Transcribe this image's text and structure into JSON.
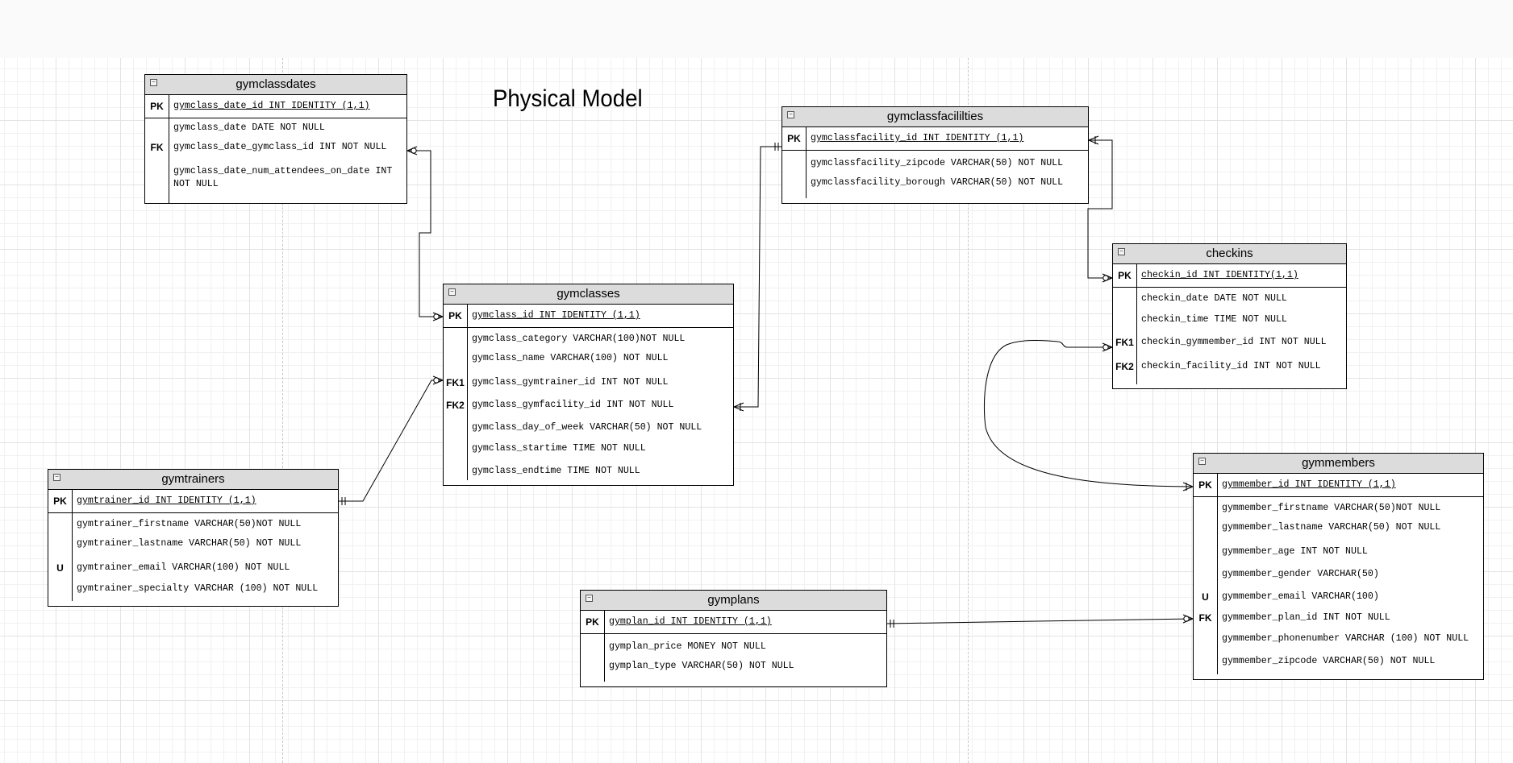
{
  "diagram_title": "Physical Model",
  "entities": {
    "gymclassdates": {
      "name": "gymclassdates",
      "pk_key": "PK",
      "pk_attr": "gymclass_date_id INT IDENTITY (1,1)",
      "rows": [
        {
          "key": "",
          "attr": "gymclass_date DATE NOT NULL"
        },
        {
          "key": "FK",
          "attr": "gymclass_date_gymclass_id INT NOT NULL"
        },
        {
          "key": "",
          "attr": "gymclass_date_num_attendees_on_date INT NOT NULL"
        }
      ]
    },
    "gymclassfacilities": {
      "name": "gymclassfacililties",
      "pk_key": "PK",
      "pk_attr": "gymclassfacility_id INT IDENTITY (1,1)",
      "rows": [
        {
          "key": "",
          "attr": "gymclassfacility_zipcode VARCHAR(50) NOT NULL"
        },
        {
          "key": "",
          "attr": "gymclassfacility_borough VARCHAR(50) NOT NULL"
        }
      ]
    },
    "checkins": {
      "name": "checkins",
      "pk_key": "PK",
      "pk_attr": "checkin_id INT IDENTITY(1,1)",
      "rows": [
        {
          "key": "",
          "attr": "checkin_date DATE NOT NULL"
        },
        {
          "key": "",
          "attr": "checkin_time TIME NOT NULL"
        },
        {
          "key": "FK1",
          "attr": "checkin_gymmember_id INT NOT NULL"
        },
        {
          "key": "FK2",
          "attr": "checkin_facility_id INT NOT NULL"
        }
      ]
    },
    "gymclasses": {
      "name": "gymclasses",
      "pk_key": "PK",
      "pk_attr": "gymclass_id INT IDENTITY (1,1)",
      "rows": [
        {
          "key": "",
          "attr": "gymclass_category VARCHAR(100)NOT NULL"
        },
        {
          "key": "",
          "attr": "gymclass_name VARCHAR(100) NOT NULL"
        },
        {
          "key": "FK1",
          "attr": "gymclass_gymtrainer_id INT NOT NULL"
        },
        {
          "key": "FK2",
          "attr": "gymclass_gymfacility_id INT NOT NULL"
        },
        {
          "key": "",
          "attr": "gymclass_day_of_week VARCHAR(50) NOT NULL"
        },
        {
          "key": "",
          "attr": "gymclass_startime TIME NOT NULL"
        },
        {
          "key": "",
          "attr": "gymclass_endtime TIME NOT NULL"
        }
      ]
    },
    "gymtrainers": {
      "name": "gymtrainers",
      "pk_key": "PK",
      "pk_attr": "gymtrainer_id INT IDENTITY (1,1)",
      "rows": [
        {
          "key": "",
          "attr": "gymtrainer_firstname VARCHAR(50)NOT NULL"
        },
        {
          "key": "",
          "attr": "gymtrainer_lastname VARCHAR(50) NOT NULL"
        },
        {
          "key": "U",
          "attr": "gymtrainer_email VARCHAR(100) NOT NULL"
        },
        {
          "key": "",
          "attr": "gymtrainer_specialty VARCHAR (100) NOT NULL"
        }
      ]
    },
    "gymmembers": {
      "name": "gymmembers",
      "pk_key": "PK",
      "pk_attr": "gymmember_id INT IDENTITY (1,1)",
      "rows": [
        {
          "key": "",
          "attr": "gymmember_firstname VARCHAR(50)NOT NULL"
        },
        {
          "key": "",
          "attr": "gymmember_lastname VARCHAR(50) NOT NULL"
        },
        {
          "key": "",
          "attr": "gymmember_age INT NOT NULL"
        },
        {
          "key": "",
          "attr": "gymmember_gender VARCHAR(50)"
        },
        {
          "key": "U",
          "attr": "gymmember_email VARCHAR(100)"
        },
        {
          "key": "FK",
          "attr": "gymmember_plan_id INT NOT NULL"
        },
        {
          "key": "",
          "attr": "gymmember_phonenumber VARCHAR (100) NOT NULL"
        },
        {
          "key": "",
          "attr": "gymmember_zipcode VARCHAR(50) NOT NULL"
        }
      ]
    },
    "gymplans": {
      "name": "gymplans",
      "pk_key": "PK",
      "pk_attr": "gymplan_id INT IDENTITY (1,1)",
      "rows": [
        {
          "key": "",
          "attr": "gymplan_price MONEY NOT NULL"
        },
        {
          "key": "",
          "attr": "gymplan_type VARCHAR(50) NOT NULL"
        }
      ]
    }
  },
  "relationships": [
    {
      "from": "gymclasses.gymclass_id",
      "to": "gymclassdates.gymclass_date_gymclass_id",
      "from_cardinality": "zero-or-many",
      "to_cardinality": "zero-or-many"
    },
    {
      "from": "gymtrainers.gymtrainer_id",
      "to": "gymclasses.gymclass_gymtrainer_id",
      "from_cardinality": "one-and-only-one",
      "to_cardinality": "zero-or-many"
    },
    {
      "from": "gymclassfacilities.gymclassfacility_id",
      "to": "gymclasses.gymclass_gymfacility_id",
      "from_cardinality": "one-and-only-one",
      "to_cardinality": "one-or-many"
    },
    {
      "from": "gymclassfacilities.gymclassfacility_id",
      "to": "checkins.checkin_id",
      "from_cardinality": "one-or-many",
      "to_cardinality": "zero-or-many"
    },
    {
      "from": "gymmembers.gymmember_id",
      "to": "checkins.checkin_gymmember_id",
      "from_cardinality": "one-or-many",
      "to_cardinality": "zero-or-many"
    },
    {
      "from": "gymplans.gymplan_id",
      "to": "gymmembers.gymmember_plan_id",
      "from_cardinality": "one-and-only-one",
      "to_cardinality": "zero-or-many"
    }
  ]
}
